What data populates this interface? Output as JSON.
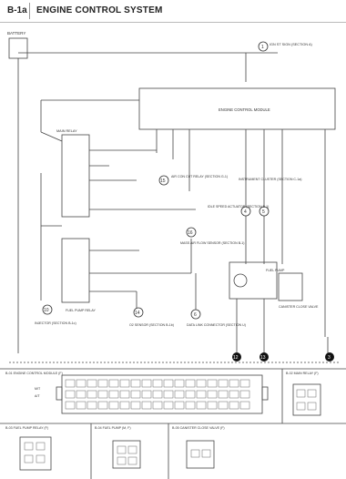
{
  "header": {
    "page_code": "B-1a",
    "title": "ENGINE CONTROL SYSTEM"
  },
  "labels": {
    "battery": "BATTERY",
    "ign_st_sign": "IGN ST SIGN (SECTION A)",
    "ecm": "ENGINE CONTROL MODULE",
    "main_relay": "MAIN RELAY",
    "aircon": "AIR CON CUT RELAY (SECTION G-1)",
    "idle_speed": "IDLE SPEED ACTUATOR (SECTION B-1)",
    "instrument_cluster": "INSTRUMENT CLUSTER (SECTION C-1a)",
    "mass_air": "MASS AIR FLOW SENSOR (SECTION B-1)",
    "fuel_pump": "FUEL PUMP",
    "canister": "CANISTER CLOSE VALVE",
    "fuel_pump_relay": "FUEL PUMP RELAY",
    "injector": "INJECTOR (SECTION B-1c)",
    "o2_sensor": "O2 SENSOR (SECTION B-1b)",
    "data_link": "DATA LINK CONNECTOR (SECTION U)",
    "legend_mt": "M/T",
    "legend_at": "A/T"
  },
  "markers": {
    "m1": "1",
    "m4": "4",
    "m5": "5",
    "m6": "6",
    "m10": "10",
    "m14": "14",
    "m15": "15",
    "m16": "16",
    "m12": "12",
    "m13": "13",
    "m3": "3"
  },
  "connectors": {
    "ecm_module": "B-01 ENGINE CONTROL MODULE (F)",
    "main_relay": "B-02 MAIN RELAY (F)",
    "fuel_pump_relay": "B-03 FUEL PUMP RELAY (F)",
    "fuel_pump": "B-04 FUEL PUMP (M, F)",
    "canister": "B-05 CANISTER CLOSE VALVE (F)"
  }
}
